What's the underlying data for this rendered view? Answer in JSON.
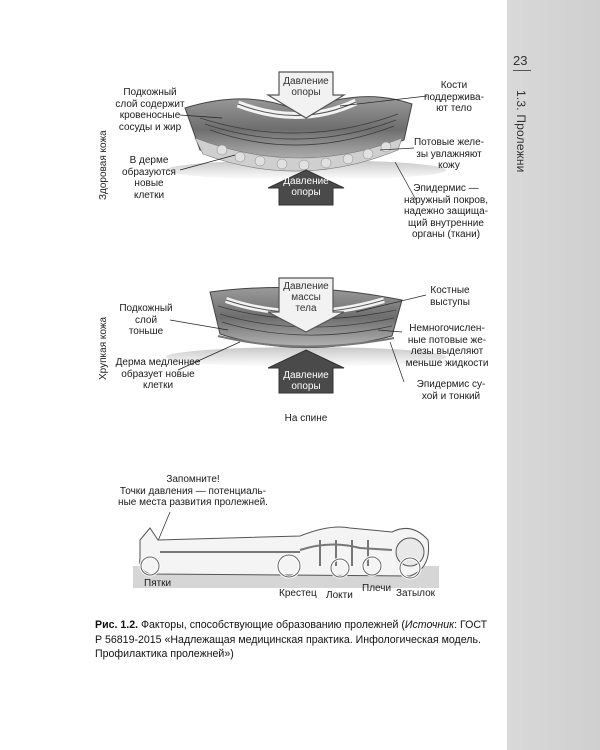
{
  "page": {
    "number": "23",
    "section_title": "1.3. Пролежни"
  },
  "healthy": {
    "side_label": "Здоровая кожа",
    "top_arrow": "Давление\nопоры",
    "bottom_arrow": "Давление\nопоры",
    "left_labels": [
      "Подкожный\nслой содержит\nкровеносные\nсосуды и жир",
      "В дерме\nобразуются\nновые клетки"
    ],
    "right_labels": [
      "Кости\nподдержива-\nют тело",
      "Потовые желе-\nзы увлажняют\nкожу",
      "Эпидермис —\nнаружный покров,\nнадежно защища-\nщий внутренние\nорганы (ткани)"
    ]
  },
  "fragile": {
    "side_label": "Хрупкая кожа",
    "top_arrow": "Давление\nмассы\nтела",
    "bottom_arrow": "Давление\nопоры",
    "left_labels": [
      "Подкожный\nслой\nтоньше",
      "Дерма медленнее\nобразует новые\nклетки"
    ],
    "right_labels": [
      "Костные\nвыступы",
      "Немногочислен-\nные потовые же-\nлезы выделяют\nменьше жидкости",
      "Эпидермис су-\nхой и тонкий"
    ],
    "position_label": "На спине"
  },
  "body_figure": {
    "remember": "Запомните!\nТочки давления — потенциаль-\nные места развития пролежней.",
    "points": [
      "Пятки",
      "Крестец",
      "Локти",
      "Плечи",
      "Затылок"
    ]
  },
  "caption": {
    "label": "Рис. 1.2.",
    "text": " Факторы, способствующие образованию пролежней (",
    "source_label": "Источник",
    "source_text": ": ГОСТ Р 56819-2015 «Надлежащая медицинская практика. Инфологическая модель. Профилактика пролежней»)"
  }
}
